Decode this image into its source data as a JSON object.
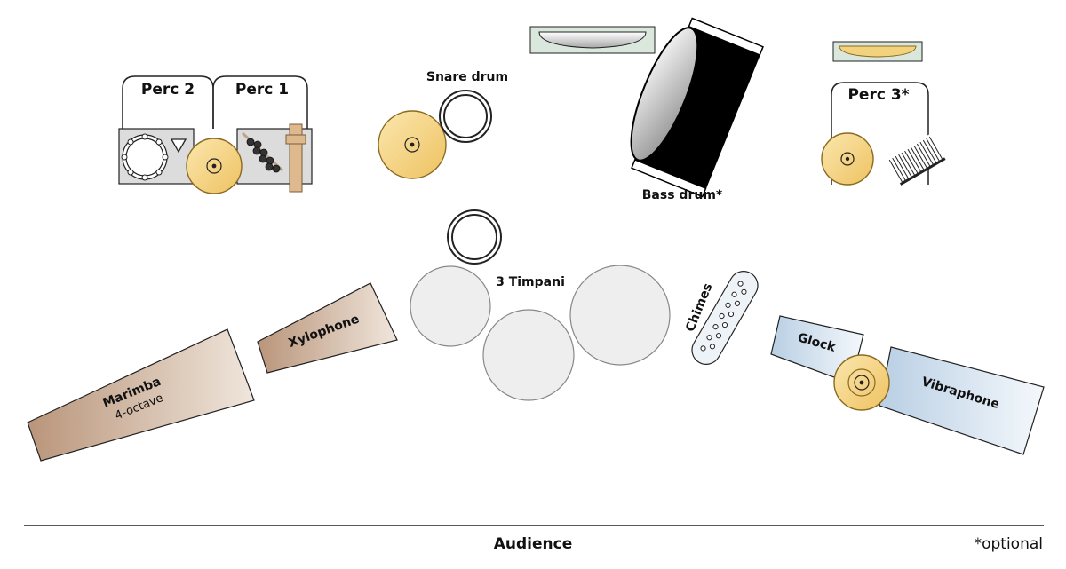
{
  "diagram": {
    "type": "percussion-setup",
    "labels": {
      "perc2": "Perc 2",
      "perc1": "Perc 1",
      "perc3": "Perc 3*",
      "snare": "Snare drum",
      "bass_drum": "Bass drum*",
      "timpani": "3 Timpani",
      "chimes": "Chimes",
      "glock": "Glock",
      "vibraphone": "Vibraphone",
      "xylophone": "Xylophone",
      "marimba": "Marimba",
      "marimba_size": "4-octave",
      "audience": "Audience",
      "footnote": "*optional"
    },
    "colors": {
      "cymbal_fill": "#f3d27d",
      "cymbal_stroke": "#8a6a20",
      "table_fill": "#dcdcdc",
      "timpani_fill": "#eeeeee",
      "wood_light": "#f0e6dc",
      "wood_dark": "#b9957a",
      "metal_light": "#f4f8fc",
      "metal_dark": "#b9cfe4",
      "tray_fill": "#d9e7dc",
      "peg_fill": "#dfb98e"
    }
  }
}
